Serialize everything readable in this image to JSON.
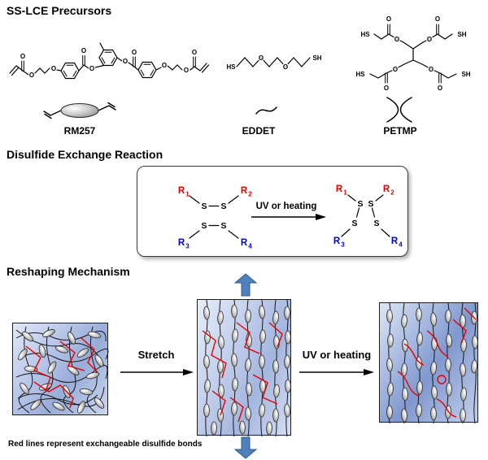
{
  "precursors": {
    "title": "SS-LCE Precursors",
    "molecules": [
      {
        "name": "RM257",
        "schematic": "mesogen-rod-with-acrylate-ends"
      },
      {
        "name": "EDDET",
        "schematic": "flexible-dithiol-chain"
      },
      {
        "name": "PETMP",
        "schematic": "tetrathiol-crosslinker"
      }
    ]
  },
  "atoms": {
    "O": "O",
    "S": "S",
    "HS": "HS",
    "SH": "SH"
  },
  "exchange": {
    "title": "Disulfide Exchange Reaction",
    "arrow_label": "UV or heating",
    "r_base": "R",
    "subs": [
      "1",
      "2",
      "3",
      "4"
    ]
  },
  "mechanism": {
    "title": "Reshaping Mechanism",
    "stretch_label": "Stretch",
    "uv_label": "UV or heating",
    "caption": "Red lines represent exchangeable disulfide bonds"
  },
  "colors": {
    "r12_red": "#ee0000",
    "r34_blue": "#0000dd",
    "disulfide_red": "#e50000",
    "arrow_blue": "#4f81bd",
    "arrow_blue_dark": "#2e5a92"
  }
}
